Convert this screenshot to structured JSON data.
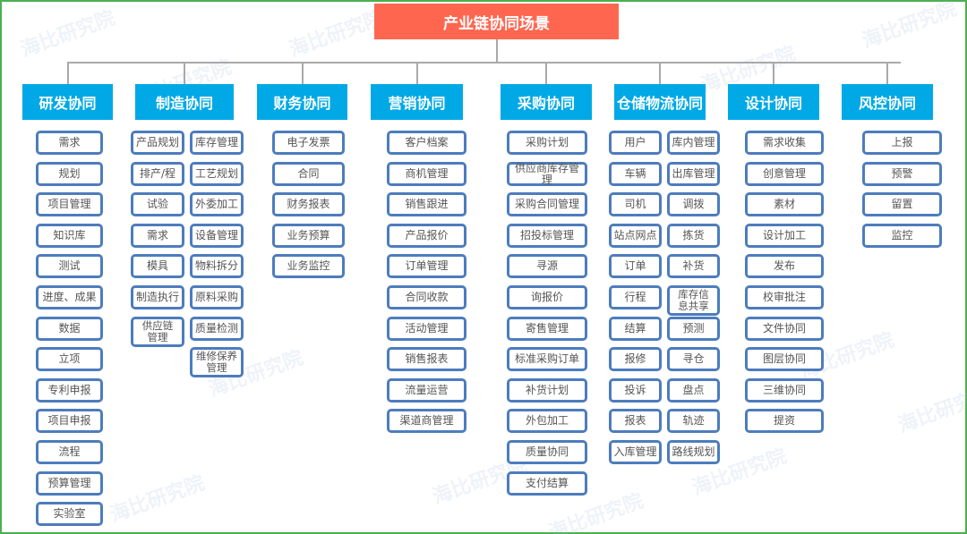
{
  "title": "产业链协同场景",
  "watermark": "海比研究院",
  "colors": {
    "title_bg": "#ff6650",
    "category_bg": "#00a9e6",
    "item_border": "#4d7cbd",
    "connector": "#a9a9a9",
    "frame": "#4caf50"
  },
  "categories": [
    {
      "label": "研发协同",
      "columns": [
        [
          "需求",
          "规划",
          "项目管理",
          "知识库",
          "测试",
          "进度、成果",
          "数据",
          "立项",
          "专利申报",
          "项目申报",
          "流程",
          "预算管理",
          "实验室"
        ]
      ]
    },
    {
      "label": "制造协同",
      "columns": [
        [
          "产品规划",
          "排产/程",
          "试验",
          "需求",
          "模具",
          "制造执行",
          "供应链\n管理"
        ],
        [
          "库存管理",
          "工艺规划",
          "外委加工",
          "设备管理",
          "物料拆分",
          "原料采购",
          "质量检测",
          "维修保养\n管理"
        ]
      ]
    },
    {
      "label": "财务协同",
      "columns": [
        [
          "电子发票",
          "合同",
          "财务报表",
          "业务预算",
          "业务监控"
        ]
      ]
    },
    {
      "label": "营销协同",
      "columns": [
        [
          "客户档案",
          "商机管理",
          "销售跟进",
          "产品报价",
          "订单管理",
          "合同收款",
          "活动管理",
          "销售报表",
          "流量运营",
          "渠道商管理"
        ]
      ]
    },
    {
      "label": "采购协同",
      "columns": [
        [
          "采购计划",
          "供应商库存管理",
          "采购合同管理",
          "招投标管理",
          "寻源",
          "询报价",
          "寄售管理",
          "标准采购订单",
          "补货计划",
          "外包加工",
          "质量协同",
          "支付结算"
        ]
      ]
    },
    {
      "label": "仓储物流协同",
      "columns": [
        [
          "用户",
          "车辆",
          "司机",
          "站点网点",
          "订单",
          "行程",
          "结算",
          "报修",
          "投诉",
          "报表",
          "入库管理"
        ],
        [
          "库内管理",
          "出库管理",
          "调拨",
          "拣货",
          "补货",
          "库存信\n息共享",
          "预测",
          "寻仓",
          "盘点",
          "轨迹",
          "路线规划"
        ]
      ]
    },
    {
      "label": "设计协同",
      "columns": [
        [
          "需求收集",
          "创意管理",
          "素材",
          "设计加工",
          "发布",
          "校审批注",
          "文件协同",
          "图层协同",
          "三维协同",
          "提资"
        ]
      ]
    },
    {
      "label": "风控协同",
      "columns": [
        [
          "上报",
          "预警",
          "留置",
          "监控"
        ]
      ]
    }
  ]
}
